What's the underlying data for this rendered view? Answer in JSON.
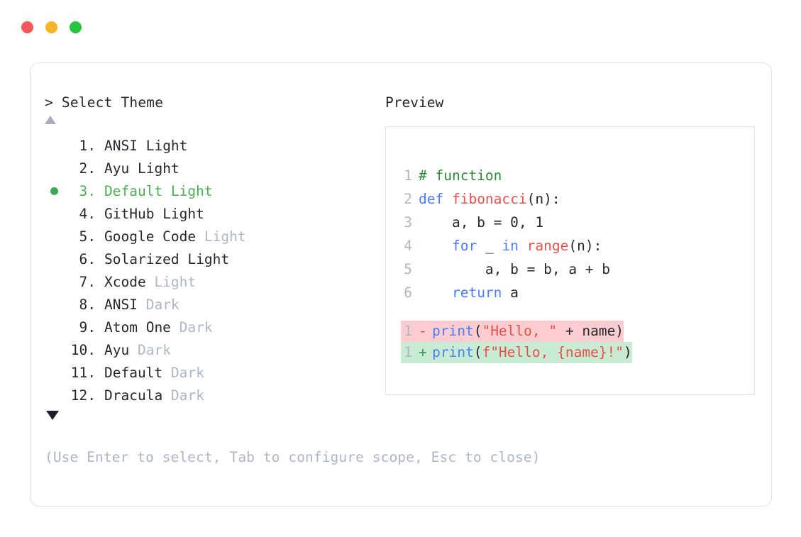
{
  "window": {
    "traffic_lights": [
      {
        "name": "close",
        "color": "#f1595a"
      },
      {
        "name": "minimize",
        "color": "#f5b526"
      },
      {
        "name": "maximize",
        "color": "#28c440"
      }
    ]
  },
  "prompt": {
    "text": "> Select Theme"
  },
  "scroll": {
    "up_indicator": "▲",
    "down_indicator": "▼"
  },
  "theme_list": {
    "selected_index": 3,
    "items": [
      {
        "number": "1.",
        "main": "ANSI",
        "dim": " Light",
        "dim_is_dim": false,
        "selected": false
      },
      {
        "number": "2.",
        "main": "Ayu",
        "dim": " Light",
        "dim_is_dim": false,
        "selected": false
      },
      {
        "number": "3.",
        "main": "Default",
        "dim": " Light",
        "dim_is_dim": false,
        "selected": true
      },
      {
        "number": "4.",
        "main": "GitHub",
        "dim": " Light",
        "dim_is_dim": false,
        "selected": false
      },
      {
        "number": "5.",
        "main": "Google Code",
        "dim": " Light",
        "dim_is_dim": true,
        "selected": false
      },
      {
        "number": "6.",
        "main": "Solarized",
        "dim": " Light",
        "dim_is_dim": false,
        "selected": false
      },
      {
        "number": "7.",
        "main": "Xcode",
        "dim": " Light",
        "dim_is_dim": true,
        "selected": false
      },
      {
        "number": "8.",
        "main": "ANSI",
        "dim": " Dark",
        "dim_is_dim": true,
        "selected": false
      },
      {
        "number": "9.",
        "main": "Atom One",
        "dim": " Dark",
        "dim_is_dim": true,
        "selected": false
      },
      {
        "number": "10.",
        "main": "Ayu",
        "dim": " Dark",
        "dim_is_dim": true,
        "selected": false
      },
      {
        "number": "11.",
        "main": "Default",
        "dim": " Dark",
        "dim_is_dim": true,
        "selected": false
      },
      {
        "number": "12.",
        "main": "Dracula",
        "dim": " Dark",
        "dim_is_dim": true,
        "selected": false
      }
    ]
  },
  "hint": {
    "text": "(Use Enter to select, Tab to configure scope, Esc to close)"
  },
  "preview": {
    "label": "Preview",
    "code_lines": [
      {
        "ln": "1",
        "tokens": [
          {
            "t": "# function",
            "c": "comment"
          }
        ]
      },
      {
        "ln": "2",
        "tokens": [
          {
            "t": "def ",
            "c": "keyword"
          },
          {
            "t": "fibonacci",
            "c": "fn"
          },
          {
            "t": "(n):",
            "c": "plain"
          }
        ]
      },
      {
        "ln": "3",
        "tokens": [
          {
            "t": "    a, b = 0, 1",
            "c": "plain"
          }
        ]
      },
      {
        "ln": "4",
        "tokens": [
          {
            "t": "    ",
            "c": "plain"
          },
          {
            "t": "for",
            "c": "keyword"
          },
          {
            "t": " _ ",
            "c": "plain"
          },
          {
            "t": "in",
            "c": "keyword"
          },
          {
            "t": " ",
            "c": "plain"
          },
          {
            "t": "range",
            "c": "fn"
          },
          {
            "t": "(n):",
            "c": "plain"
          }
        ]
      },
      {
        "ln": "5",
        "tokens": [
          {
            "t": "        a, b = b, a + b",
            "c": "plain"
          }
        ]
      },
      {
        "ln": "6",
        "tokens": [
          {
            "t": "    ",
            "c": "plain"
          },
          {
            "t": "return",
            "c": "keyword"
          },
          {
            "t": " a",
            "c": "plain"
          }
        ]
      }
    ],
    "diff_lines": [
      {
        "ln": "1",
        "sign": "-",
        "kind": "del",
        "tokens": [
          {
            "t": "print",
            "c": "keyword"
          },
          {
            "t": "(",
            "c": "plain"
          },
          {
            "t": "\"Hello, \"",
            "c": "string"
          },
          {
            "t": " + name)",
            "c": "plain"
          }
        ]
      },
      {
        "ln": "1",
        "sign": "+",
        "kind": "add",
        "tokens": [
          {
            "t": "print",
            "c": "keyword"
          },
          {
            "t": "(",
            "c": "plain"
          },
          {
            "t": "f\"Hello, {name}!\"",
            "c": "string"
          },
          {
            "t": ")",
            "c": "plain"
          }
        ]
      }
    ]
  },
  "colors": {
    "accent_green": "#4caf50",
    "bullet_green": "#3fa855",
    "dim_text": "#aeb6c6",
    "body_text": "#24292e",
    "border": "#dfe2e9",
    "diff_del_bg": "#fbcdd0",
    "diff_add_bg": "#c9ebd3",
    "keyword": "#4a7dff",
    "function": "#e8504a",
    "comment": "#2e8b35",
    "string": "#e8504a"
  }
}
